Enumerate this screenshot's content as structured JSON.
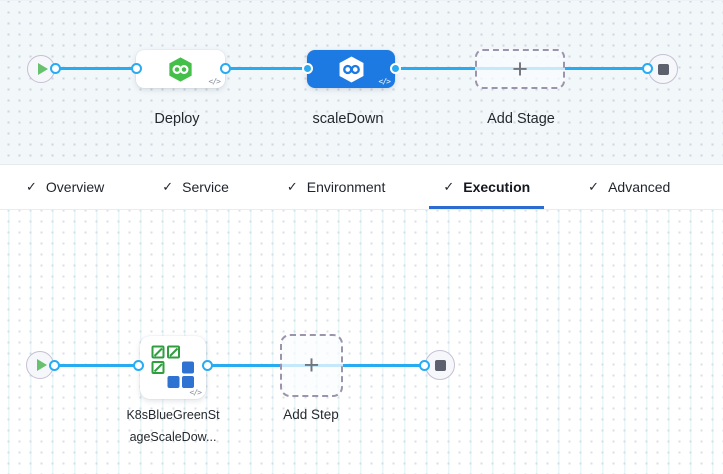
{
  "glyphs": {
    "check": "✓",
    "plus": "+",
    "code": "</>"
  },
  "colors": {
    "connector_line": "#29abf2",
    "selected_node_blue": "#1d7ae3",
    "deploy_hexagon_green": "#44c04a",
    "active_tab_underline": "#2c6bcf",
    "kube_blue": "#2e72d2",
    "kube_green": "#2f9e3f",
    "canvas_top_bg": "#f2f7fa",
    "canvas_bottom_bg": "#ffffff"
  },
  "stage_pipeline": {
    "nodes": {
      "deploy": {
        "label": "Deploy",
        "type": "deploy-stage",
        "selected": false
      },
      "scale_down": {
        "label": "scaleDown",
        "type": "deploy-stage",
        "selected": true
      },
      "add_stage": {
        "label": "Add Stage",
        "type": "add-button"
      }
    }
  },
  "tabs": {
    "items": [
      {
        "label": "Overview",
        "checked": true,
        "active": false
      },
      {
        "label": "Service",
        "checked": true,
        "active": false
      },
      {
        "label": "Environment",
        "checked": true,
        "active": false
      },
      {
        "label": "Execution",
        "checked": true,
        "active": true
      },
      {
        "label": "Advanced",
        "checked": true,
        "active": false
      }
    ]
  },
  "execution_steps": {
    "nodes": {
      "k8s_step": {
        "label": "K8sBlueGreenStageScaleDow...",
        "type": "k8s-blue-green-step"
      },
      "add_step": {
        "label": "Add Step",
        "type": "add-button"
      }
    }
  }
}
